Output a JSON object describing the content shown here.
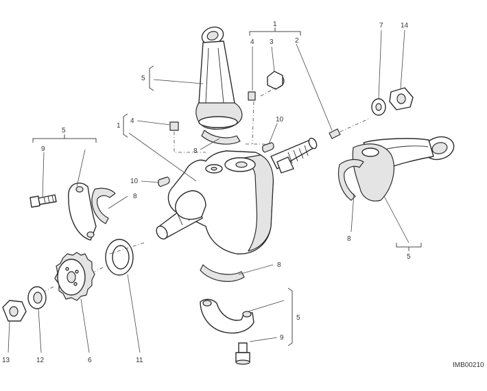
{
  "figure": {
    "code": "IMB00210"
  },
  "callouts": [
    {
      "id": "c1a",
      "text": "1"
    },
    {
      "id": "c1b",
      "text": "1"
    },
    {
      "id": "c2",
      "text": "2"
    },
    {
      "id": "c3",
      "text": "3"
    },
    {
      "id": "c4a",
      "text": "4"
    },
    {
      "id": "c4b",
      "text": "4"
    },
    {
      "id": "c5a",
      "text": "5"
    },
    {
      "id": "c5b",
      "text": "5"
    },
    {
      "id": "c5c",
      "text": "5"
    },
    {
      "id": "c5d",
      "text": "5"
    },
    {
      "id": "c6",
      "text": "6"
    },
    {
      "id": "c7",
      "text": "7"
    },
    {
      "id": "c8a",
      "text": "8"
    },
    {
      "id": "c8b",
      "text": "8"
    },
    {
      "id": "c8c",
      "text": "8"
    },
    {
      "id": "c8d",
      "text": "8"
    },
    {
      "id": "c9a",
      "text": "9"
    },
    {
      "id": "c9b",
      "text": "9"
    },
    {
      "id": "c10a",
      "text": "10"
    },
    {
      "id": "c10b",
      "text": "10"
    },
    {
      "id": "c11",
      "text": "11"
    },
    {
      "id": "c12",
      "text": "12"
    },
    {
      "id": "c13",
      "text": "13"
    },
    {
      "id": "c14",
      "text": "14"
    }
  ]
}
